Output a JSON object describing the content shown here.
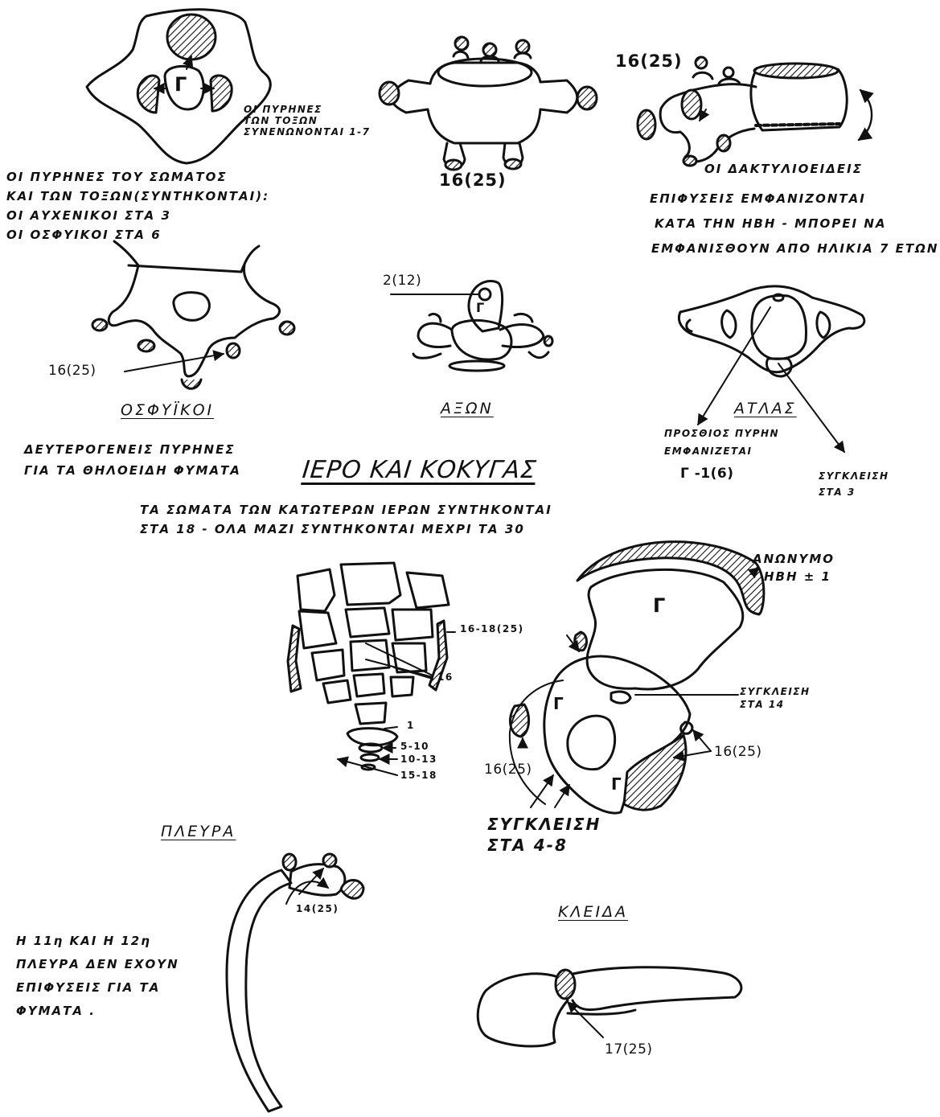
{
  "vertebra_top": {
    "label_gamma": "Γ",
    "arch_nuclei_note": [
      "ΟΙ ΠΥΡΗΝΕΣ",
      "ΤΩΝ ΤΟΞΩΝ",
      "ΣΥΝΕΝΩΝΟΝΤΑΙ 1-7"
    ]
  },
  "body_note": [
    "ΟΙ ΠΥΡΗΝΕΣ ΤΟΥ ΣΩΜΑΤΟΣ",
    "ΚΑΙ ΤΩΝ ΤΟΞΩΝ(ΣΥΝΤΗΚΟΝΤΑΙ):",
    "ΟΙ ΑΥΧΕΝΙΚΟΙ ΣΤΑ 3",
    "ΟΙ ΟΣΦΥΙΚΟΙ ΣΤΑ 6"
  ],
  "vertebra_middle": {
    "caption": "16(25)"
  },
  "vertebra_side": {
    "label": "16(25)",
    "note": [
      "ΟΙ ΔΑΚΤΥΛΙΟΕΙΔΕΙΣ",
      "ΕΠΙΦΥΣΕΙΣ ΕΜΦΑΝΙΖΟΝΤΑΙ",
      "ΚΑΤΑ ΤΗΝ ΗΒΗ - ΜΠΟΡΕΙ ΝΑ",
      "ΕΜΦΑΝΙΣΘΟΥΝ ΑΠΟ ΗΛΙΚΙΑ 7 ΕΤΩΝ"
    ]
  },
  "lumbar": {
    "label": "16(25)",
    "title": "ΟΣΦΥΪΚΟΙ",
    "note": [
      "ΔΕΥΤΕΡΟΓΕΝΕΙΣ ΠΥΡΗΝΕΣ",
      "ΓΙΑ ΤΑ ΘΗΛΟΕΙΔΗ ΦΥΜΑΤΑ"
    ]
  },
  "axis": {
    "label": "2(12)",
    "gamma": "Γ",
    "title": "ΑΞΩΝ"
  },
  "atlas": {
    "title": "ΑΤΛΑΣ",
    "anterior_note": [
      "ΠΡΟΣΘΙΟΣ ΠΥΡΗΝ",
      "ΕΜΦΑΝΙΖΕΤΑΙ"
    ],
    "anterior_value": "Γ -1(6)",
    "closure_note": [
      "ΣΥΓΚΛΕΙΣΗ",
      "ΣΤΑ 3"
    ]
  },
  "sacrum": {
    "title": "ΙΕΡΟ ΚΑΙ ΚΟΚΥΓΑΣ",
    "note": [
      "ΤΑ ΣΩΜΑΤΑ ΤΩΝ ΚΑΤΩΤΕΡΩΝ ΙΕΡΩΝ ΣΥΝΤΗΚΟΝΤΑΙ",
      "ΣΤΑ 18 - ΟΛΑ ΜΑΖΙ ΣΥΝΤΗΚΟΝΤΑΙ ΜΕΧΡΙ ΤΑ 30"
    ],
    "labels": [
      "16-18(25)",
      "16",
      "1",
      "5-10",
      "10-13",
      "15-18"
    ]
  },
  "pelvis": {
    "iliac_crest": [
      "ΑΝΩΝΥΜΟ",
      "ΗΒΗ ± 1"
    ],
    "gamma": "Γ",
    "closure_14": [
      "ΣΥΓΚΛΕΙΣΗ",
      "ΣΤΑ 14"
    ],
    "label_right": "16(25)",
    "label_left": "16(25)",
    "closure_4_8": [
      "ΣΥΓΚΛΕΙΣΗ",
      "ΣΤΑ 4-8"
    ]
  },
  "rib": {
    "title": "ΠΛΕΥΡΑ",
    "label": "14(25)",
    "note": [
      "Η 11η ΚΑΙ Η 12η",
      "ΠΛΕΥΡΑ ΔΕΝ ΕΧΟΥΝ",
      "ΕΠΙΦΥΣΕΙΣ ΓΙΑ ΤΑ",
      "ΦΥΜΑΤΑ ."
    ]
  },
  "clavicle": {
    "title": "ΚΛΕΙΔΑ",
    "label": "17(25)"
  }
}
